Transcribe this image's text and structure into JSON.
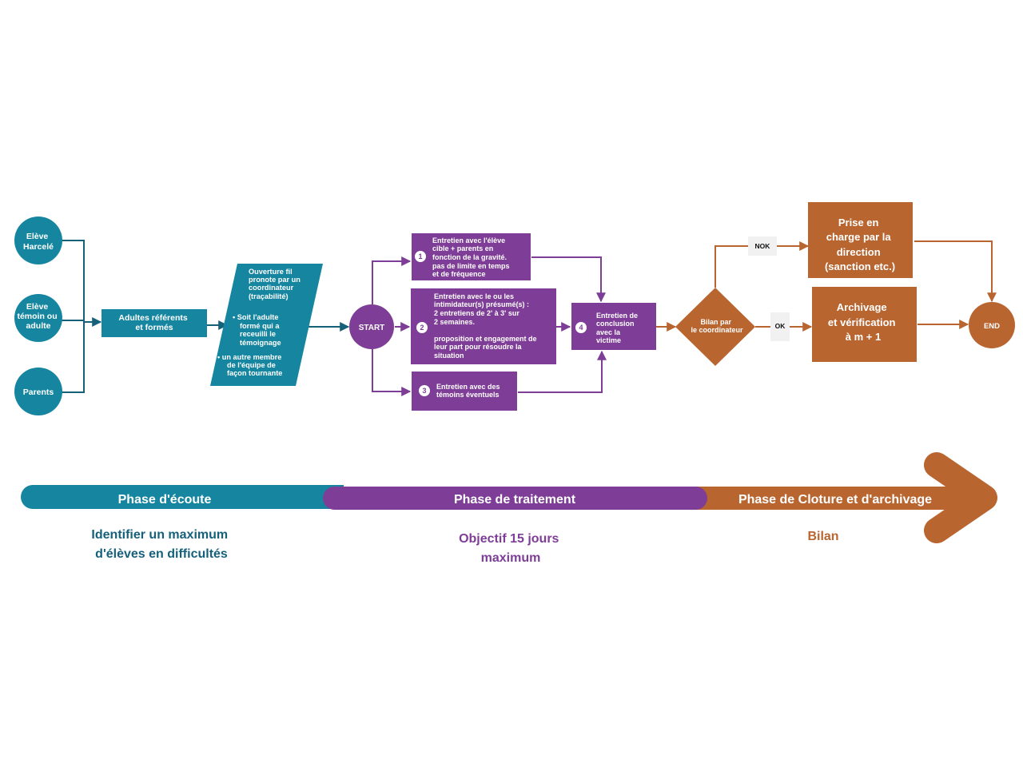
{
  "colors": {
    "teal": "#1686a0",
    "purple": "#7e3d96",
    "orange": "#b96530",
    "teal_text": "#17607a",
    "tag_bg": "#f1f1f1"
  },
  "sources": [
    {
      "label": [
        "Elève",
        "Harcelé"
      ]
    },
    {
      "label": [
        "Elève",
        "témoin ou",
        "adulte"
      ]
    },
    {
      "label": [
        "Parents"
      ]
    }
  ],
  "referents": {
    "label": [
      "Adultes référents",
      "et formés"
    ]
  },
  "parallelogram": {
    "lines": [
      "Ouverture fil",
      "pronote par un",
      "coordinateur",
      "(traçabilité)",
      "•  Soit l'adulte",
      "formé qui a",
      "receuilli le",
      "témoignage",
      "•  un autre membre",
      "de l'équipe de",
      "façon tournante"
    ]
  },
  "start": {
    "label": "START"
  },
  "steps": [
    {
      "num": "1",
      "lines": [
        "Entretien avec l'élève",
        "cible + parents en",
        "fonction de la gravité.",
        "pas de limite en temps",
        "et de fréquence"
      ]
    },
    {
      "num": "2",
      "lines": [
        "Entretien avec le ou les",
        "intimidateur(s) présumé(s) :",
        "2 entretiens de 2' à 3' sur",
        "2 semaines.",
        "",
        "proposition et  engagement de",
        "leur part pour résoudre la",
        "situation"
      ]
    },
    {
      "num": "3",
      "lines": [
        "Entretien avec des",
        "témoins éventuels"
      ]
    },
    {
      "num": "4",
      "lines": [
        "Entretien de",
        "conclusion",
        "avec la",
        "victime"
      ]
    }
  ],
  "decision": {
    "lines": [
      "Bilan par",
      "le coordinateur"
    ]
  },
  "nok": {
    "label": "NOK"
  },
  "ok": {
    "label": "OK"
  },
  "direction_box": {
    "lines": [
      "Prise en",
      "charge par la",
      "direction",
      "(sanction etc.)"
    ]
  },
  "archive_box": {
    "lines": [
      "Archivage",
      "et vérification",
      "à m + 1"
    ]
  },
  "end": {
    "label": "END"
  },
  "phases": [
    {
      "label": "Phase d'écoute",
      "caption": [
        "Identifier un maximum",
        "d'élèves en difficultés"
      ]
    },
    {
      "label": "Phase de traitement",
      "caption": [
        "Objectif 15 jours",
        "maximum"
      ]
    },
    {
      "label": "Phase de Cloture et d'archivage",
      "caption": [
        "Bilan"
      ]
    }
  ]
}
